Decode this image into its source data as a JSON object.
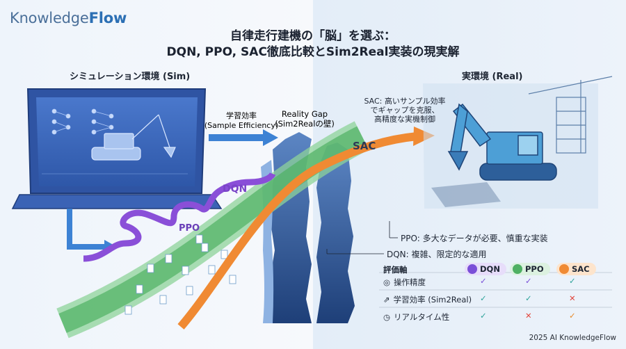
{
  "brand": {
    "name_light": "Knowledge",
    "name_bold": "Flow"
  },
  "title": {
    "line1": "自律走行建機の「脳」を選ぶ：",
    "line2": "DQN, PPO, SAC徹底比較とSim2Real実装の現実解"
  },
  "sim_section": {
    "label": "シミュレーション環境 (Sim)"
  },
  "real_section": {
    "label": "実環境 (Real)"
  },
  "learning_rate": {
    "line1": "学習効率",
    "line2": "(Sample Efficiency)"
  },
  "reality_gap": {
    "line1": "Reality Gap",
    "line2": "(Sim2Realの壁)"
  },
  "paths": {
    "dqn": {
      "label": "DQN",
      "color": "#8a4fd8"
    },
    "ppo": {
      "label": "PPO",
      "color": "#59b86a"
    },
    "sac": {
      "label": "SAC",
      "color": "#f08a33"
    }
  },
  "sac_note": {
    "line1": "SAC: 高いサンプル効率",
    "line2": "でギャップを克服、",
    "line3": "高精度な実機制御"
  },
  "ppo_note": "PPO: 多大なデータが必要、慎重な実装",
  "dqn_note": "DQN: 複雑、限定的な適用",
  "comparison": {
    "header": {
      "axis": "評価軸",
      "dqn": "DQN",
      "ppo": "PPO",
      "sac": "SAC"
    },
    "rows": [
      {
        "icon": "target-icon",
        "label": "操作精度",
        "dqn": "✓",
        "ppo": "✓",
        "sac": "✓"
      },
      {
        "icon": "chart-icon",
        "label": "学習効率 (Sim2Real)",
        "dqn": "✓",
        "ppo": "✓",
        "sac": "✕"
      },
      {
        "icon": "clock-icon",
        "label": "リアルタイム性",
        "dqn": "✓",
        "ppo": "✕",
        "sac": "✓"
      }
    ]
  },
  "colors": {
    "check_green": "#2fa39a",
    "check_purple": "#7a4fd8",
    "cross_red": "#e2463c",
    "check_orange": "#e88a2a"
  },
  "copyright": "2025 AI KnowledgeFlow"
}
